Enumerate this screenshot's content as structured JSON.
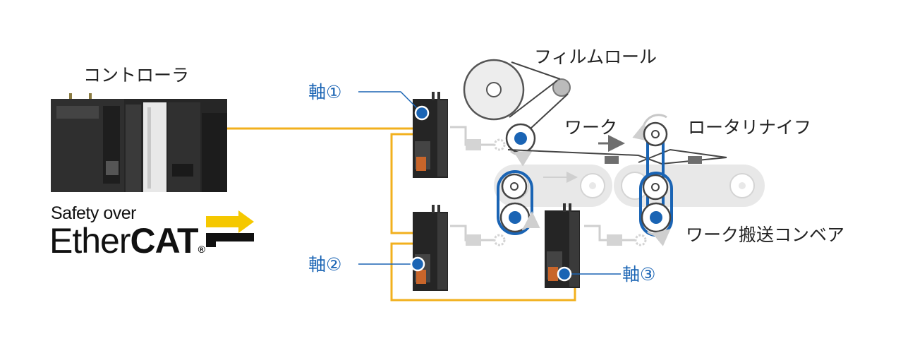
{
  "labels": {
    "controller": "コントローラ",
    "film_roll": "フィルムロール",
    "work": "ワーク",
    "rotary_knife": "ロータリナイフ",
    "conveyor": "ワーク搬送コンベア",
    "axis1": "軸①",
    "axis2": "軸②",
    "axis3": "軸③"
  },
  "logo": {
    "line1": "Safety over",
    "ether": "Ether",
    "cat": "CAT",
    "reg": "®"
  },
  "colors": {
    "network": "#f2b01e",
    "axis_blue": "#1a64b4",
    "gray_line": "#c8c8c8",
    "belt_gray": "#e6e6e6",
    "device_dark": "#2a2a2a"
  }
}
